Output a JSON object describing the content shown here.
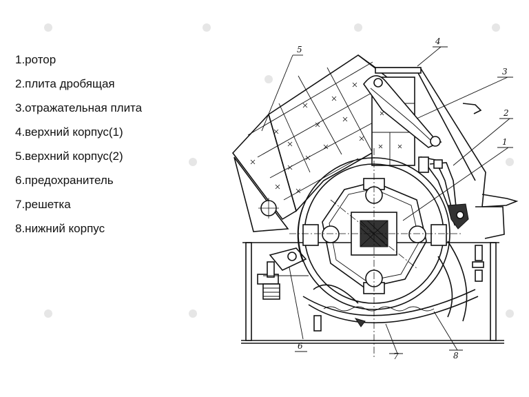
{
  "legend": {
    "items": [
      "1.ротор",
      "2.плита дробящая",
      "3.отражательная плита",
      "4.верхний корпус(1)",
      "5.верхний корпус(2)",
      "6.предохранитель",
      "7.решетка",
      "8.нижний корпус"
    ]
  },
  "callouts": {
    "c1": "1",
    "c2": "2",
    "c3": "3",
    "c4": "4",
    "c5": "5",
    "c6": "6",
    "c7": "7",
    "c8": "8"
  }
}
